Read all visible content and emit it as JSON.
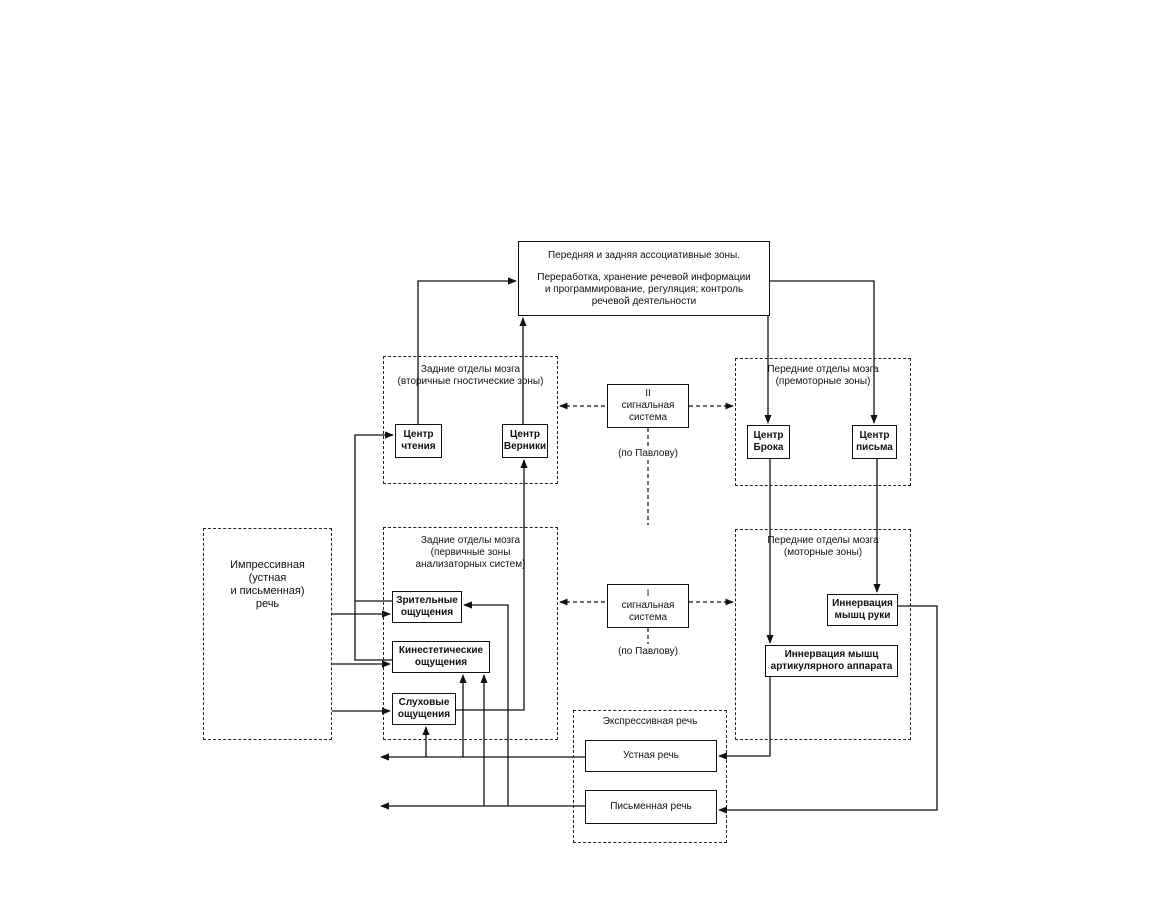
{
  "assoc": {
    "title": "Передняя и задняя ассоциативные зоны.",
    "desc": "Переработка, хранение речевой информации\nи программирование, регуляция; контроль\nречевой деятельности"
  },
  "zones": {
    "posterior_secondary": "Задние отделы мозга\n(вторичные гностические зоны)",
    "anterior_premotor": "Передние отделы мозга\n(премоторные зоны)",
    "posterior_primary": "Задние отделы мозга\n(первичные зоны\nанализаторных систем)",
    "anterior_motor": "Передние отделы мозга\n(моторные зоны)"
  },
  "centers": {
    "reading": "Центр\nчтения",
    "wernicke": "Центр\nВерники",
    "broca": "Центр\nБрока",
    "writing": "Центр\nписьма"
  },
  "signal": {
    "second": "II\nсигнальная\nсистема",
    "first": "I\nсигнальная\nсистема",
    "pavlov": "(по Павлову)"
  },
  "impressive": "Импрессивная\n(устная\nи письменная)\nречь",
  "sensations": {
    "visual": "Зрительные\nощущения",
    "kinesthetic": "Кинестетические\nощущения",
    "auditory": "Слуховые\nощущения"
  },
  "motor": {
    "hand": "Иннервация\nмышц руки",
    "articulatory": "Иннервация мышц\nартикулярного аппарата"
  },
  "expressive": {
    "title": "Экспрессивная речь",
    "oral": "Устная речь",
    "written": "Письменная речь"
  },
  "colors": {
    "line": "#111111",
    "background": "#ffffff"
  }
}
